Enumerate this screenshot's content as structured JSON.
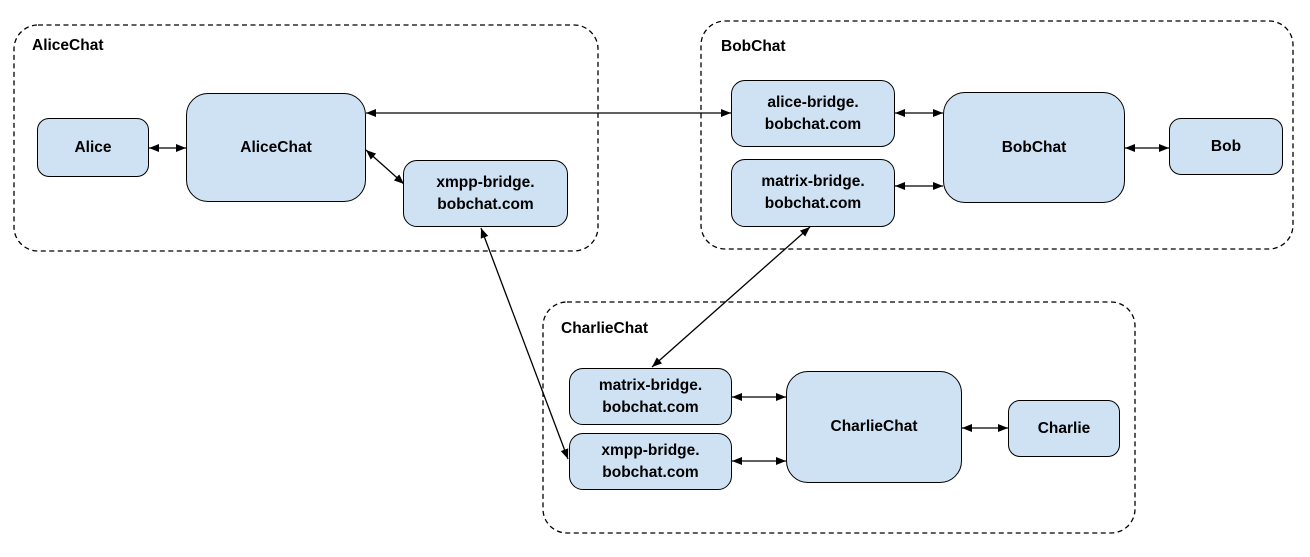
{
  "diagram": {
    "type": "network-architecture-diagram",
    "colors": {
      "background": "#ffffff",
      "node_fill": "#cfe2f3",
      "node_border": "#000000",
      "edge_stroke": "#000000",
      "group_border": "#000000",
      "text": "#000000"
    },
    "groups": {
      "alicechat": {
        "title": "AliceChat",
        "nodes": {
          "alice": {
            "label": "Alice"
          },
          "server": {
            "label": "AliceChat"
          },
          "xmpp_bridge": {
            "label": "xmpp-bridge.\nbobchat.com"
          }
        }
      },
      "bobchat": {
        "title": "BobChat",
        "nodes": {
          "alice_bridge": {
            "label": "alice-bridge.\nbobchat.com"
          },
          "matrix_bridge": {
            "label": "matrix-bridge.\nbobchat.com"
          },
          "server": {
            "label": "BobChat"
          },
          "bob": {
            "label": "Bob"
          }
        }
      },
      "charliechat": {
        "title": "CharlieChat",
        "nodes": {
          "matrix_bridge": {
            "label": "matrix-bridge.\nbobchat.com"
          },
          "xmpp_bridge": {
            "label": "xmpp-bridge.\nbobchat.com"
          },
          "server": {
            "label": "CharlieChat"
          },
          "charlie": {
            "label": "Charlie"
          }
        }
      }
    },
    "edges": [
      {
        "from": "Alice",
        "to": "AliceChat server",
        "arrows": "both"
      },
      {
        "from": "AliceChat server",
        "to": "xmpp-bridge.bobchat.com (in AliceChat)",
        "arrows": "both"
      },
      {
        "from": "AliceChat server",
        "to": "alice-bridge.bobchat.com (in BobChat)",
        "arrows": "both"
      },
      {
        "from": "alice-bridge.bobchat.com (in BobChat)",
        "to": "BobChat server",
        "arrows": "both"
      },
      {
        "from": "matrix-bridge.bobchat.com (in BobChat)",
        "to": "BobChat server",
        "arrows": "both"
      },
      {
        "from": "BobChat server",
        "to": "Bob",
        "arrows": "both"
      },
      {
        "from": "matrix-bridge.bobchat.com (in BobChat)",
        "to": "matrix-bridge.bobchat.com (in CharlieChat)",
        "arrows": "both"
      },
      {
        "from": "xmpp-bridge.bobchat.com (in AliceChat)",
        "to": "xmpp-bridge.bobchat.com (in CharlieChat)",
        "arrows": "both"
      },
      {
        "from": "matrix-bridge.bobchat.com (in CharlieChat)",
        "to": "CharlieChat server",
        "arrows": "both"
      },
      {
        "from": "xmpp-bridge.bobchat.com (in CharlieChat)",
        "to": "CharlieChat server",
        "arrows": "both"
      },
      {
        "from": "CharlieChat server",
        "to": "Charlie",
        "arrows": "both"
      }
    ]
  }
}
